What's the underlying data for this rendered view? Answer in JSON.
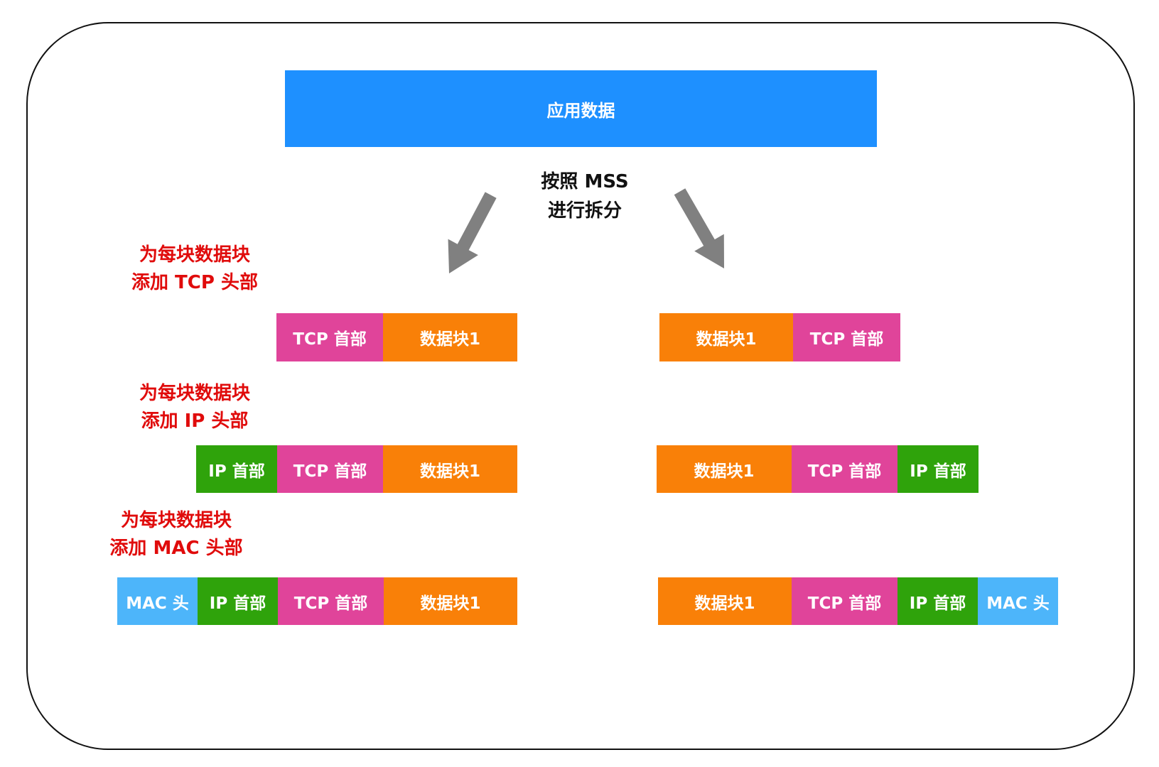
{
  "app_data_label": "应用数据",
  "split_label": {
    "line1": "按照 MSS",
    "line2": "进行拆分"
  },
  "steps": [
    {
      "line1": "为每块数据块",
      "line2": "添加 TCP 头部"
    },
    {
      "line1": "为每块数据块",
      "line2": "添加 IP 头部"
    },
    {
      "line1": "为每块数据块",
      "line2": "添加 MAC 头部"
    }
  ],
  "colors": {
    "app": "#1E90FF",
    "tcp": "#E0449A",
    "data": "#F98008",
    "ip": "#2FA30B",
    "mac": "#4DB5FA",
    "label": "#E00B0B",
    "arrow": "#808080"
  },
  "rows": [
    {
      "left": [
        {
          "type": "tcp",
          "label": "TCP 首部"
        },
        {
          "type": "data",
          "label": "数据块1"
        }
      ],
      "right": [
        {
          "type": "data",
          "label": "数据块1"
        },
        {
          "type": "tcp",
          "label": "TCP 首部"
        }
      ]
    },
    {
      "left": [
        {
          "type": "ip",
          "label": "IP 首部"
        },
        {
          "type": "tcp",
          "label": "TCP 首部"
        },
        {
          "type": "data",
          "label": "数据块1"
        }
      ],
      "right": [
        {
          "type": "data",
          "label": "数据块1"
        },
        {
          "type": "tcp",
          "label": "TCP 首部"
        },
        {
          "type": "ip",
          "label": "IP 首部"
        }
      ]
    },
    {
      "left": [
        {
          "type": "mac",
          "label": "MAC 头"
        },
        {
          "type": "ip",
          "label": "IP 首部"
        },
        {
          "type": "tcp",
          "label": "TCP 首部"
        },
        {
          "type": "data",
          "label": "数据块1"
        }
      ],
      "right": [
        {
          "type": "data",
          "label": "数据块1"
        },
        {
          "type": "tcp",
          "label": "TCP 首部"
        },
        {
          "type": "ip",
          "label": "IP 首部"
        },
        {
          "type": "mac",
          "label": "MAC 头"
        }
      ]
    }
  ]
}
